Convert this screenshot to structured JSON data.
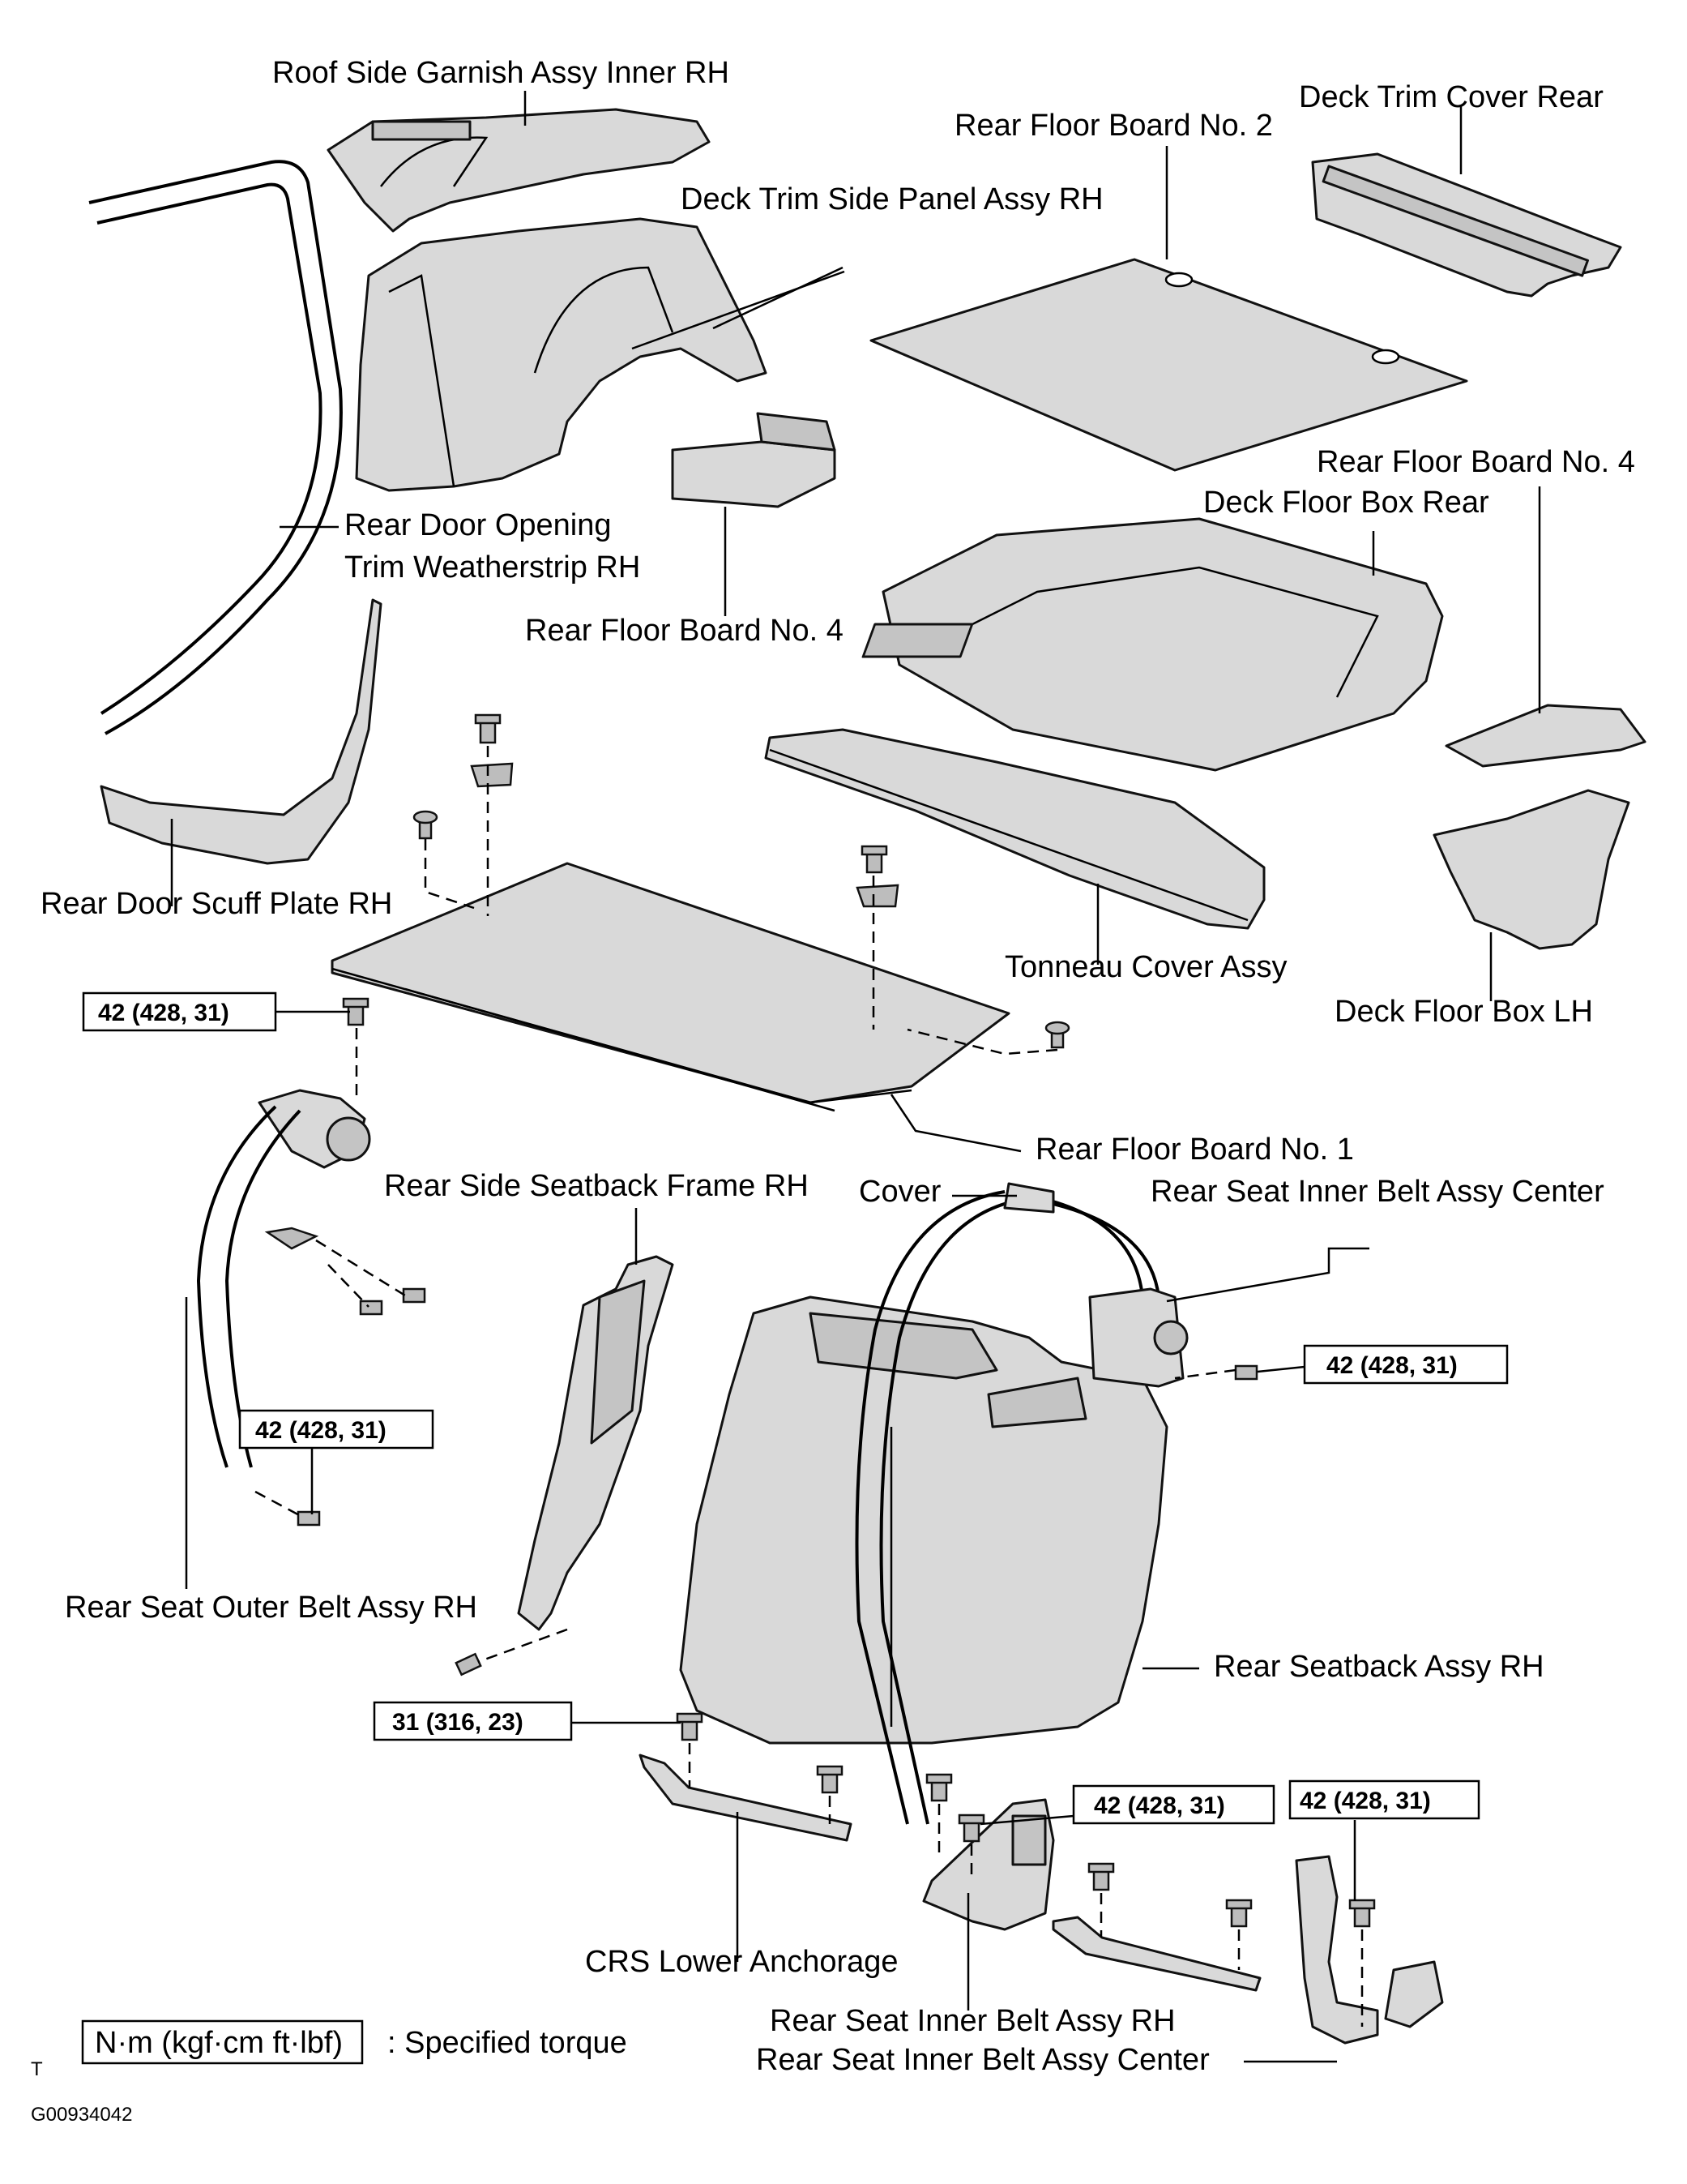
{
  "labels": {
    "roof_side_garnish": "Roof Side Garnish Assy Inner RH",
    "deck_trim_cover_rear": "Deck Trim Cover Rear",
    "rear_floor_board_no2": "Rear Floor Board No. 2",
    "deck_trim_side_panel": "Deck Trim Side Panel Assy RH",
    "rear_floor_board_no4_right": "Rear Floor Board No. 4",
    "deck_floor_box_rear": "Deck Floor Box Rear",
    "rear_door_opening_line1": "Rear Door Opening",
    "rear_door_opening_line2": "Trim Weatherstrip RH",
    "rear_floor_board_no4_left": "Rear Floor Board No. 4",
    "rear_door_scuff_plate": "Rear Door Scuff Plate RH",
    "tonneau_cover": "Tonneau Cover Assy",
    "deck_floor_box_lh": "Deck Floor Box LH",
    "rear_floor_board_no1": "Rear Floor Board No. 1",
    "rear_side_seatback_frame": "Rear Side Seatback Frame RH",
    "cover": "Cover",
    "rear_seat_inner_belt_center_top": "Rear Seat Inner Belt Assy Center",
    "rear_seat_outer_belt": "Rear Seat Outer Belt Assy RH",
    "rear_seatback_assy": "Rear Seatback Assy RH",
    "crs_lower_anchorage": "CRS Lower Anchorage",
    "rear_seat_inner_belt_rh": "Rear Seat Inner Belt Assy RH",
    "rear_seat_inner_belt_center_bottom": "Rear Seat Inner Belt Assy Center"
  },
  "torque": {
    "t1": "42 (428, 31)",
    "t2": "42 (428, 31)",
    "t3": "42 (428, 31)",
    "t4": "31 (316, 23)",
    "t5": "42 (428, 31)",
    "t6": "42 (428, 31)"
  },
  "legend": {
    "unit_box": "N·m (kgf·cm ft·lbf)",
    "unit_text": ": Specified torque"
  },
  "footer": {
    "mark": "T",
    "code": "G00934042"
  }
}
